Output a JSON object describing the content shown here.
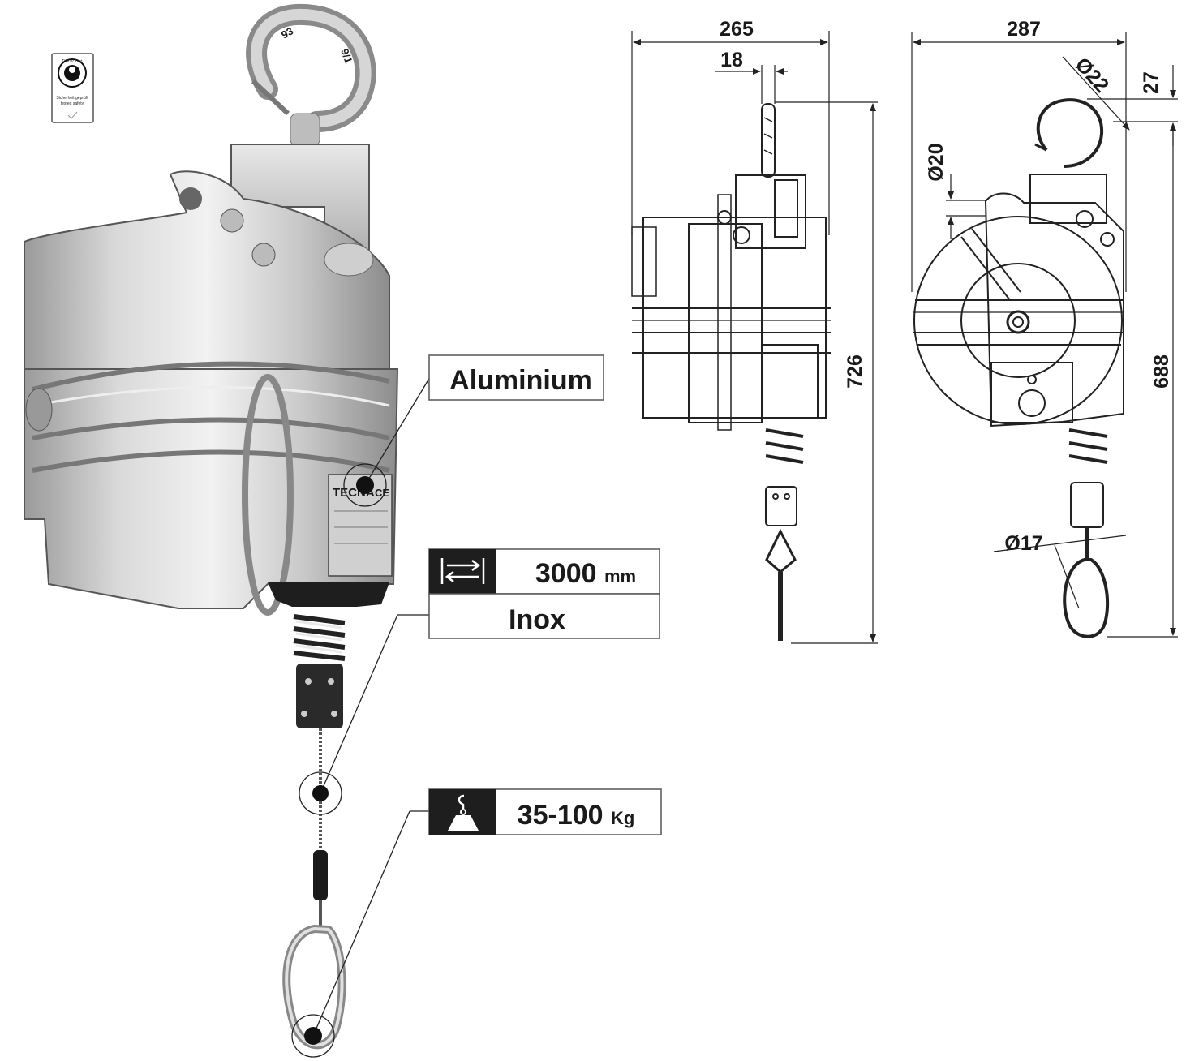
{
  "certification_badge": {
    "ring_text": "DGUV Test",
    "line1": "Sicherheit geprüft",
    "line2": "tested safety"
  },
  "callouts": {
    "material": "Aluminium",
    "stroke_value": "3000",
    "stroke_unit": "mm",
    "cable": "Inox",
    "load_value": "35-100",
    "load_unit": "Kg"
  },
  "product_plate": {
    "brand": "TECNA",
    "mark": "CE"
  },
  "hook_marks": {
    "left": "93",
    "right": "9/1"
  },
  "dimensions": {
    "side_width": "265",
    "hook_thickness": "18",
    "side_height": "726",
    "front_width": "287",
    "hook_eye_diameter": "22",
    "hook_offset": "27",
    "bracket_hole_diameter": "20",
    "front_height": "688",
    "cable_eye_diameter": "17"
  },
  "icon_names": [
    "cable-stroke-icon",
    "load-weight-icon",
    "dguv-badge-icon"
  ]
}
